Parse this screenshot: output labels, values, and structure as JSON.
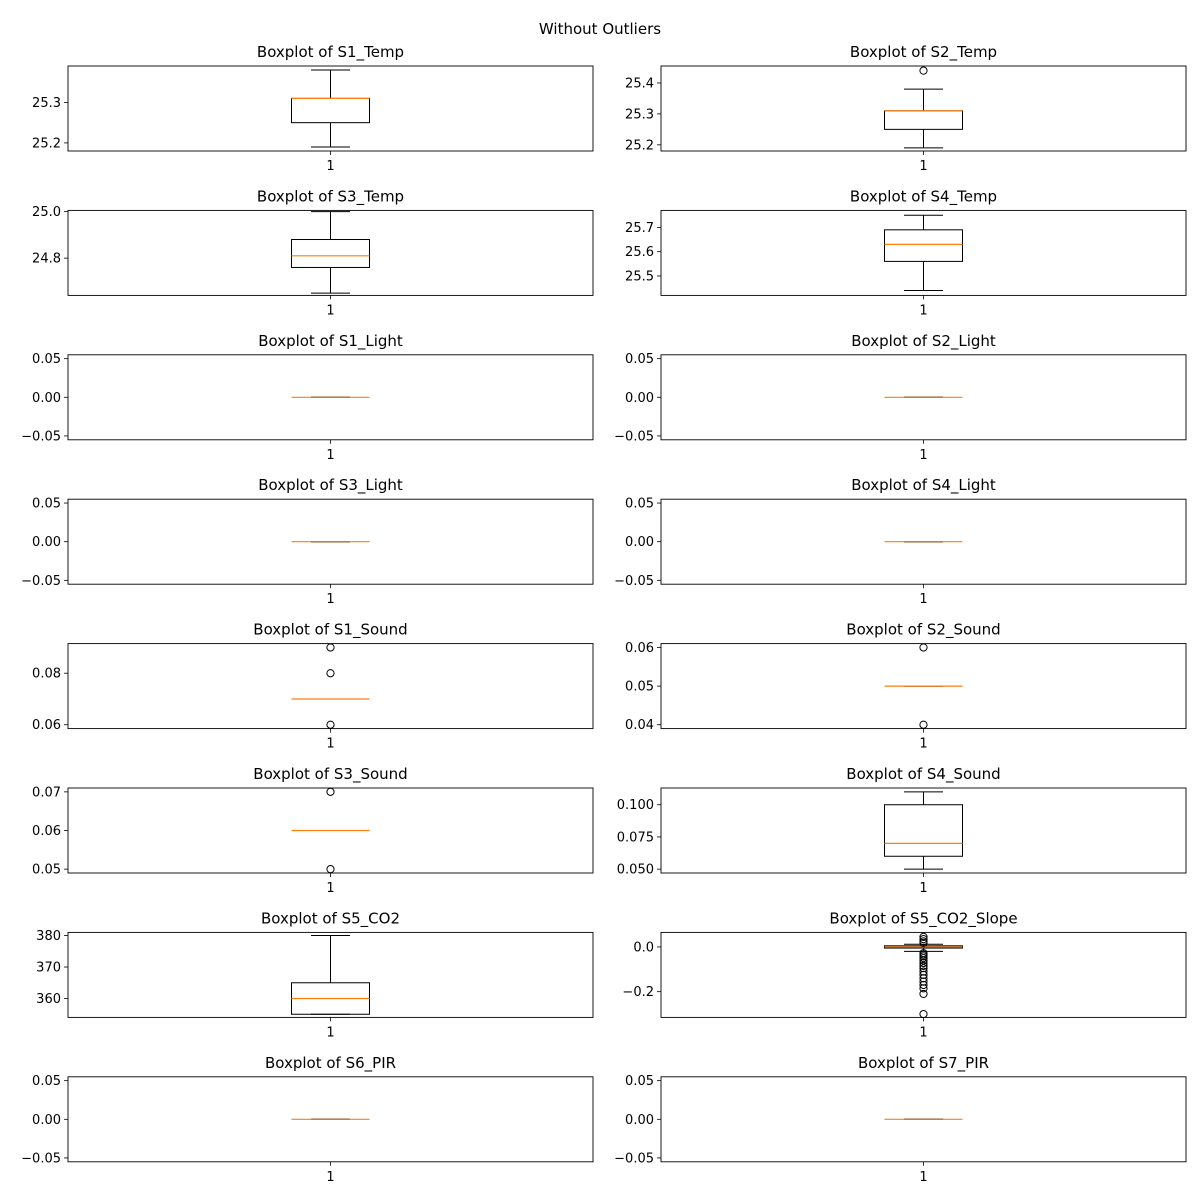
{
  "figure": {
    "title": "Without Outliers"
  },
  "chart_data": [
    {
      "type": "box",
      "title": "Boxplot of S1_Temp",
      "categories": [
        "1"
      ],
      "ylim": [
        25.18,
        25.39
      ],
      "yticks": [
        25.2,
        25.3
      ],
      "ytick_labels": [
        "25.2",
        "25.3"
      ],
      "box": {
        "whislo": 25.19,
        "q1": 25.25,
        "median": 25.31,
        "q3": 25.31,
        "whishi": 25.38,
        "fliers": []
      }
    },
    {
      "type": "box",
      "title": "Boxplot of S2_Temp",
      "categories": [
        "1"
      ],
      "ylim": [
        25.18,
        25.455
      ],
      "yticks": [
        25.2,
        25.3,
        25.4
      ],
      "ytick_labels": [
        "25.2",
        "25.3",
        "25.4"
      ],
      "box": {
        "whislo": 25.19,
        "q1": 25.25,
        "median": 25.31,
        "q3": 25.31,
        "whishi": 25.38,
        "fliers": [
          25.44
        ]
      }
    },
    {
      "type": "box",
      "title": "Boxplot of S3_Temp",
      "categories": [
        "1"
      ],
      "ylim": [
        24.64,
        25.005
      ],
      "yticks": [
        24.8,
        25.0
      ],
      "ytick_labels": [
        "24.8",
        "25.0"
      ],
      "box": {
        "whislo": 24.65,
        "q1": 24.76,
        "median": 24.81,
        "q3": 24.88,
        "whishi": 25.0,
        "fliers": []
      }
    },
    {
      "type": "box",
      "title": "Boxplot of S4_Temp",
      "categories": [
        "1"
      ],
      "ylim": [
        25.42,
        25.77
      ],
      "yticks": [
        25.5,
        25.6,
        25.7
      ],
      "ytick_labels": [
        "25.5",
        "25.6",
        "25.7"
      ],
      "box": {
        "whislo": 25.44,
        "q1": 25.56,
        "median": 25.63,
        "q3": 25.69,
        "whishi": 25.75,
        "fliers": []
      }
    },
    {
      "type": "box",
      "title": "Boxplot of S1_Light",
      "categories": [
        "1"
      ],
      "ylim": [
        -0.055,
        0.055
      ],
      "yticks": [
        -0.05,
        0.0,
        0.05
      ],
      "ytick_labels": [
        "−0.05",
        "0.00",
        "0.05"
      ],
      "box": {
        "whislo": 0,
        "q1": 0,
        "median": 0,
        "q3": 0,
        "whishi": 0,
        "fliers": []
      }
    },
    {
      "type": "box",
      "title": "Boxplot of S2_Light",
      "categories": [
        "1"
      ],
      "ylim": [
        -0.055,
        0.055
      ],
      "yticks": [
        -0.05,
        0.0,
        0.05
      ],
      "ytick_labels": [
        "−0.05",
        "0.00",
        "0.05"
      ],
      "box": {
        "whislo": 0,
        "q1": 0,
        "median": 0,
        "q3": 0,
        "whishi": 0,
        "fliers": []
      }
    },
    {
      "type": "box",
      "title": "Boxplot of S3_Light",
      "categories": [
        "1"
      ],
      "ylim": [
        -0.055,
        0.055
      ],
      "yticks": [
        -0.05,
        0.0,
        0.05
      ],
      "ytick_labels": [
        "−0.05",
        "0.00",
        "0.05"
      ],
      "box": {
        "whislo": 0,
        "q1": 0,
        "median": 0,
        "q3": 0,
        "whishi": 0,
        "fliers": []
      }
    },
    {
      "type": "box",
      "title": "Boxplot of S4_Light",
      "categories": [
        "1"
      ],
      "ylim": [
        -0.055,
        0.055
      ],
      "yticks": [
        -0.05,
        0.0,
        0.05
      ],
      "ytick_labels": [
        "−0.05",
        "0.00",
        "0.05"
      ],
      "box": {
        "whislo": 0,
        "q1": 0,
        "median": 0,
        "q3": 0,
        "whishi": 0,
        "fliers": []
      }
    },
    {
      "type": "box",
      "title": "Boxplot of S1_Sound",
      "categories": [
        "1"
      ],
      "ylim": [
        0.0585,
        0.0915
      ],
      "yticks": [
        0.06,
        0.08
      ],
      "ytick_labels": [
        "0.06",
        "0.08"
      ],
      "box": {
        "whislo": 0.07,
        "q1": 0.07,
        "median": 0.07,
        "q3": 0.07,
        "whishi": 0.07,
        "fliers": [
          0.06,
          0.08,
          0.09
        ]
      }
    },
    {
      "type": "box",
      "title": "Boxplot of S2_Sound",
      "categories": [
        "1"
      ],
      "ylim": [
        0.039,
        0.061
      ],
      "yticks": [
        0.04,
        0.05,
        0.06
      ],
      "ytick_labels": [
        "0.04",
        "0.05",
        "0.06"
      ],
      "box": {
        "whislo": 0.05,
        "q1": 0.05,
        "median": 0.05,
        "q3": 0.05,
        "whishi": 0.05,
        "fliers": [
          0.04,
          0.06
        ]
      }
    },
    {
      "type": "box",
      "title": "Boxplot of S3_Sound",
      "categories": [
        "1"
      ],
      "ylim": [
        0.049,
        0.071
      ],
      "yticks": [
        0.05,
        0.06,
        0.07
      ],
      "ytick_labels": [
        "0.05",
        "0.06",
        "0.07"
      ],
      "box": {
        "whislo": 0.06,
        "q1": 0.06,
        "median": 0.06,
        "q3": 0.06,
        "whishi": 0.06,
        "fliers": [
          0.05,
          0.07
        ]
      }
    },
    {
      "type": "box",
      "title": "Boxplot of S4_Sound",
      "categories": [
        "1"
      ],
      "ylim": [
        0.047,
        0.113
      ],
      "yticks": [
        0.05,
        0.075,
        0.1
      ],
      "ytick_labels": [
        "0.050",
        "0.075",
        "0.100"
      ],
      "box": {
        "whislo": 0.05,
        "q1": 0.06,
        "median": 0.07,
        "q3": 0.1,
        "whishi": 0.11,
        "fliers": []
      }
    },
    {
      "type": "box",
      "title": "Boxplot of S5_CO2",
      "categories": [
        "1"
      ],
      "ylim": [
        354,
        381
      ],
      "yticks": [
        360,
        370,
        380
      ],
      "ytick_labels": [
        "360",
        "370",
        "380"
      ],
      "box": {
        "whislo": 355,
        "q1": 355,
        "median": 360,
        "q3": 365,
        "whishi": 380,
        "fliers": []
      }
    },
    {
      "type": "box",
      "title": "Boxplot of S5_CO2_Slope",
      "categories": [
        "1"
      ],
      "ylim": [
        -0.315,
        0.065
      ],
      "yticks": [
        -0.2,
        0.0
      ],
      "ytick_labels": [
        "−0.2",
        "0.0"
      ],
      "box": {
        "whislo": -0.02,
        "q1": -0.005,
        "median": 0.0,
        "q3": 0.005,
        "whishi": 0.012,
        "fliers": [
          0.045,
          0.035,
          0.025,
          0.018,
          -0.028,
          -0.035,
          -0.042,
          -0.05,
          -0.06,
          -0.072,
          -0.085,
          -0.095,
          -0.11,
          -0.125,
          -0.14,
          -0.155,
          -0.17,
          -0.185,
          -0.21,
          -0.3
        ]
      }
    },
    {
      "type": "box",
      "title": "Boxplot of S6_PIR",
      "categories": [
        "1"
      ],
      "ylim": [
        -0.055,
        0.055
      ],
      "yticks": [
        -0.05,
        0.0,
        0.05
      ],
      "ytick_labels": [
        "−0.05",
        "0.00",
        "0.05"
      ],
      "box": {
        "whislo": 0,
        "q1": 0,
        "median": 0,
        "q3": 0,
        "whishi": 0,
        "fliers": []
      }
    },
    {
      "type": "box",
      "title": "Boxplot of S7_PIR",
      "categories": [
        "1"
      ],
      "ylim": [
        -0.055,
        0.055
      ],
      "yticks": [
        -0.05,
        0.0,
        0.05
      ],
      "ytick_labels": [
        "−0.05",
        "0.00",
        "0.05"
      ],
      "box": {
        "whislo": 0,
        "q1": 0,
        "median": 0,
        "q3": 0,
        "whishi": 0,
        "fliers": []
      }
    }
  ],
  "colors": {
    "median": "#ff7f0e",
    "line": "#000000",
    "background": "#ffffff"
  }
}
